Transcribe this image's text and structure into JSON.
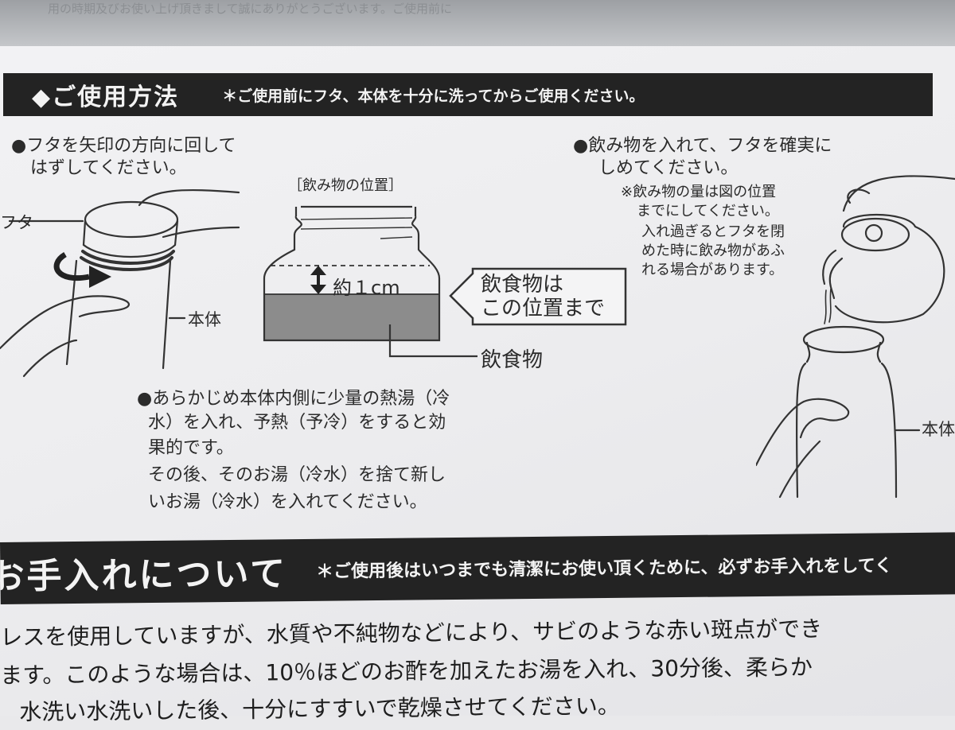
{
  "top_text": "用の時期及びお使い上げ頂きまして誠にありがとうございます。ご使用前に",
  "usage": {
    "title": "◆ご使用方法",
    "note": "＊ご使用前にフタ、本体を十分に洗ってからご使用ください。"
  },
  "step1": {
    "line1": "●フタを矢印の方向に回して",
    "line2": "はずしてください。",
    "lid_label": "フタ",
    "body_label": "本体"
  },
  "diagram": {
    "title": "［飲み物の位置］",
    "measure": "約１cm",
    "callout_line1": "飲食物は",
    "callout_line2": "この位置まで",
    "food_label": "飲食物"
  },
  "step2": {
    "line1": "●飲み物を入れて、フタを確実に",
    "line2": "しめてください。",
    "note1": "※飲み物の量は図の位置",
    "note2": "までにしてください。",
    "note3": "入れ過ぎるとフタを閉",
    "note4": "めた時に飲み物があふ",
    "note5": "れる場合があります。",
    "body_label": "本体"
  },
  "preheat": {
    "line1": "●あらかじめ本体内側に少量の熱湯（冷",
    "line2": "水）を入れ、予熱（予冷）をすると効",
    "line3": "果的です。",
    "line4": "その後、そのお湯（冷水）を捨て新し",
    "line5": "いお湯（冷水）を入れてください。"
  },
  "care": {
    "title": "お手入れについて",
    "note": "＊ご使用後はいつまでも清潔にお使い頂くために、必ずお手入れをしてく",
    "line1": "レスを使用していますが、水質や不純物などにより、サビのような赤い斑点ができ",
    "line2": "ます。このような場合は、10％ほどのお酢を加えたお湯を入れ、30分後、柔らか",
    "line3": "水洗い水洗いした後、十分にすすいで乾燥させてください。"
  }
}
